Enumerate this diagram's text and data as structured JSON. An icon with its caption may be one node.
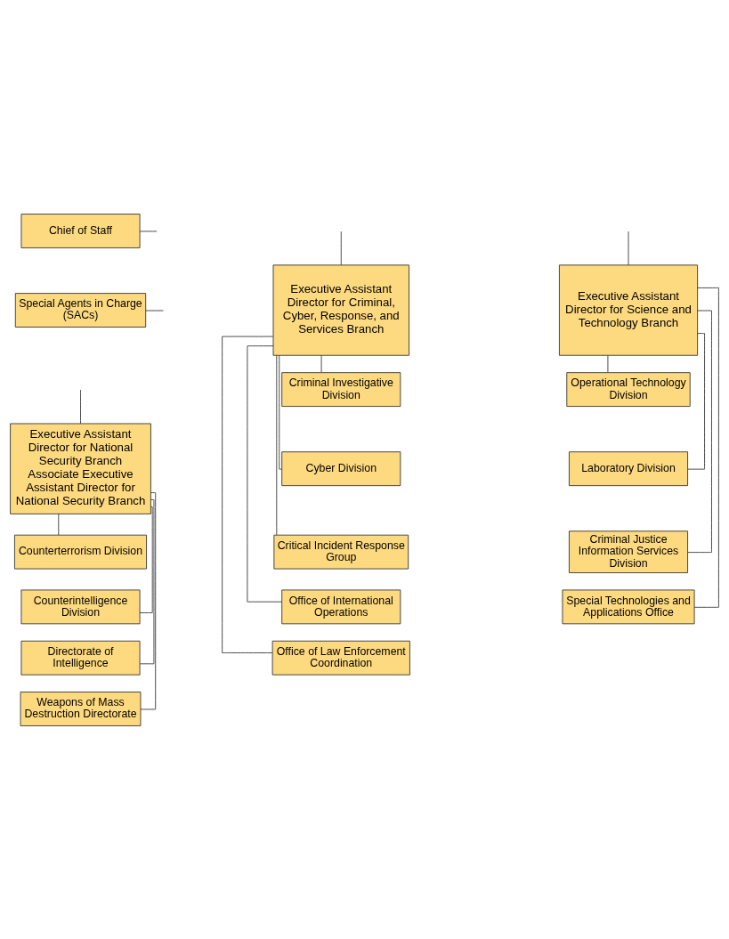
{
  "diagram": {
    "nodes": [
      {
        "text": [
          "Chief of Staff"
        ]
      },
      {
        "text": [
          "Special Agents in Charge (SACs)"
        ]
      },
      {
        "text": [
          "Executive Assistant Director for National Security Branch",
          "Associate Executive Assistant Director for National Security Branch"
        ]
      },
      {
        "text": [
          "Executive Assistant Director for Criminal, Cyber, Response, and Services Branch"
        ]
      },
      {
        "text": [
          "Executive Assistant Director for Science and Technology Branch"
        ]
      },
      {
        "text": [
          "Counterterrorism Division"
        ]
      },
      {
        "text": [
          "Counterintelligence Division"
        ]
      },
      {
        "text": [
          "Directorate of Intelligence"
        ]
      },
      {
        "text": [
          "Weapons of Mass Destruction Directorate"
        ]
      },
      {
        "text": [
          "Criminal Investigative Division"
        ]
      },
      {
        "text": [
          "Cyber Division"
        ]
      },
      {
        "text": [
          "Critical Incident Response Group"
        ]
      },
      {
        "text": [
          "Office of International Operations"
        ]
      },
      {
        "text": [
          "Office of Law Enforcement Coordination"
        ]
      },
      {
        "text": [
          "Operational Technology Division"
        ]
      },
      {
        "text": [
          "Laboratory Division"
        ]
      },
      {
        "text": [
          "Criminal Justice Information Services Division"
        ]
      },
      {
        "text": [
          "Special Technologies and Applications Office"
        ]
      }
    ],
    "edges": [
      {
        "from": 0,
        "to": null,
        "arrow": "none"
      },
      {
        "from": 1,
        "to": null,
        "arrow": "none"
      },
      {
        "from": null,
        "to": 2,
        "arrow": "none"
      },
      {
        "from": null,
        "to": 3,
        "arrow": "none"
      },
      {
        "from": null,
        "to": 4,
        "arrow": "none"
      },
      {
        "from": 2,
        "to": 5,
        "arrow": "none"
      },
      {
        "from": 2,
        "to": 6,
        "arrow": "none"
      },
      {
        "from": 2,
        "to": 7,
        "arrow": "none"
      },
      {
        "from": 2,
        "to": 8,
        "arrow": "none"
      },
      {
        "from": 3,
        "to": 9,
        "arrow": "none"
      },
      {
        "from": 3,
        "to": 10,
        "arrow": "none"
      },
      {
        "from": 3,
        "to": 11,
        "arrow": "none"
      },
      {
        "from": 3,
        "to": 12,
        "arrow": "none"
      },
      {
        "from": 3,
        "to": 13,
        "arrow": "none"
      },
      {
        "from": 4,
        "to": 14,
        "arrow": "none"
      },
      {
        "from": 4,
        "to": 15,
        "arrow": "none"
      },
      {
        "from": 4,
        "to": 16,
        "arrow": "none"
      },
      {
        "from": 4,
        "to": 17,
        "arrow": "none"
      }
    ]
  }
}
